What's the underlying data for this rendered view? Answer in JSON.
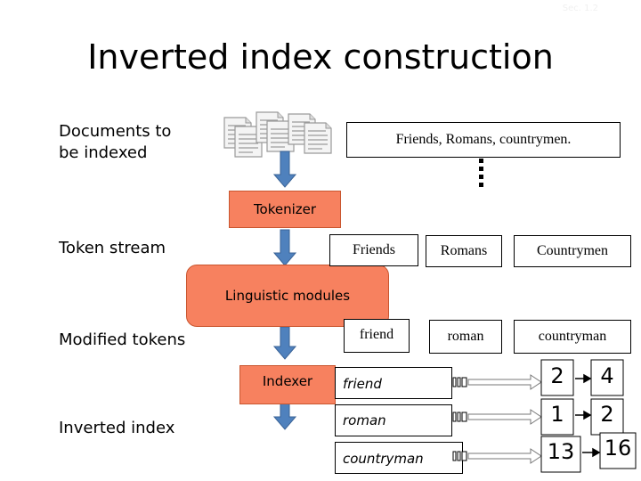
{
  "slide_number": "Sec. 1.2",
  "title": "Inverted index construction",
  "labels": {
    "documents": "Documents to\nbe indexed",
    "token_stream": "Token stream",
    "modified_tokens": "Modified tokens",
    "inverted_index": "Inverted index"
  },
  "document_text": "Friends, Romans, countrymen.",
  "stages": {
    "tokenizer": "Tokenizer",
    "linguistic": "Linguistic modules",
    "indexer": "Indexer"
  },
  "tokens": [
    "Friends",
    "Romans",
    "Countrymen"
  ],
  "modified": [
    "friend",
    "roman",
    "countryman"
  ],
  "index": [
    {
      "term": "friend",
      "postings": [
        "2",
        "4"
      ]
    },
    {
      "term": "roman",
      "postings": [
        "1",
        "2"
      ]
    },
    {
      "term": "countryman",
      "postings": [
        "13",
        "16"
      ]
    }
  ],
  "colors": {
    "stage_fill": "#f7815f",
    "arrow_fill": "#4f81bd"
  }
}
